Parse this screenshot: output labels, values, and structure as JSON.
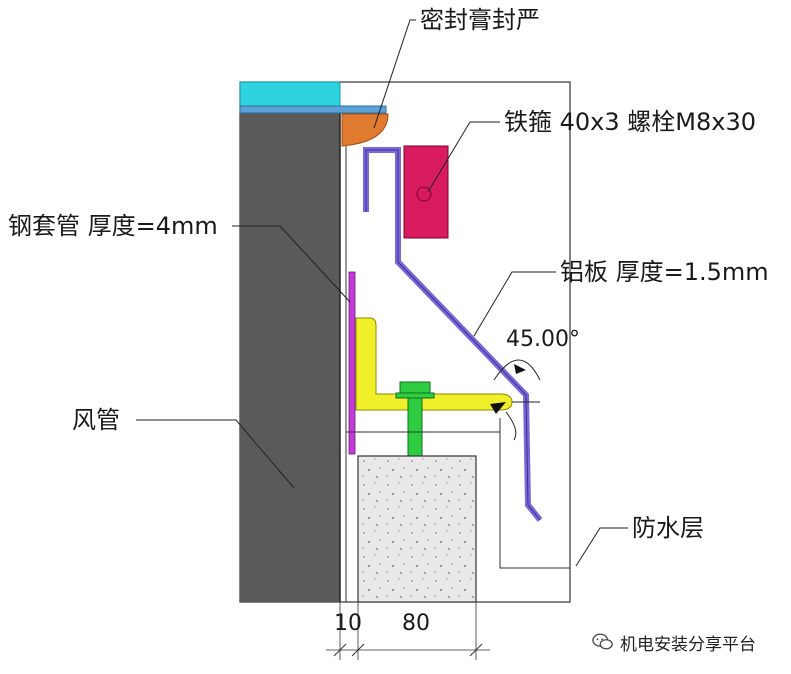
{
  "labels": {
    "sealant": "密封膏封严",
    "hoop_bolt": "铁箍 40x3 螺栓M8x30",
    "steel_sleeve": "钢套管 厚度=4mm",
    "aluminum_plate": "铝板 厚度=1.5mm",
    "angle": "45.00°",
    "duct": "风管",
    "waterproof": "防水层"
  },
  "dimensions": {
    "gap": "10",
    "curb_width": "80"
  },
  "watermark": {
    "text": "机电安装分享平台",
    "icon": "wechat-icon"
  },
  "colors": {
    "duct": "#5a5a5a",
    "cap": "#2ed3e0",
    "flashing": "#5ba3d6",
    "sealant": "#e07a2e",
    "hoop": "#d81b60",
    "aluminum": "#7b68d8",
    "sleeve": "#c23bd6",
    "angle_bracket": "#f0f02a",
    "bolt": "#2ecc40",
    "concrete": "#ececec"
  }
}
